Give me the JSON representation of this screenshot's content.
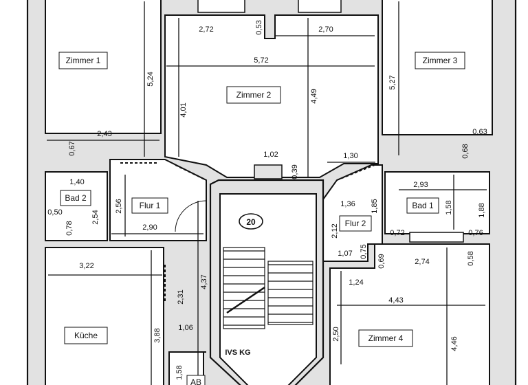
{
  "rooms": {
    "zimmer1": "Zimmer 1",
    "zimmer2": "Zimmer 2",
    "zimmer3": "Zimmer 3",
    "zimmer4": "Zimmer 4",
    "bad1": "Bad 1",
    "bad2": "Bad 2",
    "flur1": "Flur 1",
    "flur2": "Flur 2",
    "kueche": "Küche",
    "ab": "AB"
  },
  "badge": "20",
  "stair_label": "IVS KG",
  "dimensions": {
    "z1_height": "5,24",
    "z1_width": "2,43",
    "z1_pillar": "0,67",
    "z2_top_left": "2,72",
    "z2_notch": "0,53",
    "z2_top_right": "2,70",
    "z2_width": "5,72",
    "z2_height": "4,01",
    "z2_height_right": "4,49",
    "z2_bottom": "1,02",
    "z2_bottom_small": "0,39",
    "z3_height": "5,27",
    "z3_corner": "0,63",
    "z3_pillar": "0,68",
    "flur_top": "1,30",
    "bad2_width": "1,40",
    "bad2_small": "0,50",
    "bad2_small_v": "0,78",
    "bad2_height": "2,54",
    "flur1_height": "2,56",
    "flur1_width": "2,90",
    "flur2_width": "1,36",
    "flur2_height": "2,12",
    "flur2_post": "1,85",
    "bad1_width": "2,93",
    "bad1_height_a": "1,58",
    "bad1_height_b": "1,88",
    "bad1_left": "0,72",
    "bad1_right": "0,76",
    "flur2_bottom": "1,07",
    "flur2_small": "0,75",
    "z4_corner": "0,69",
    "z4_top": "2,74",
    "z4_right_small": "0,58",
    "z4_offset": "1,24",
    "z4_width": "4,43",
    "z4_height_left": "2,50",
    "z4_height": "4,46",
    "kueche_width": "3,22",
    "kueche_height": "3,88",
    "corridor_a": "2,31",
    "corridor_b": "4,37",
    "corridor_c": "1,06",
    "ab_height": "1,58"
  }
}
